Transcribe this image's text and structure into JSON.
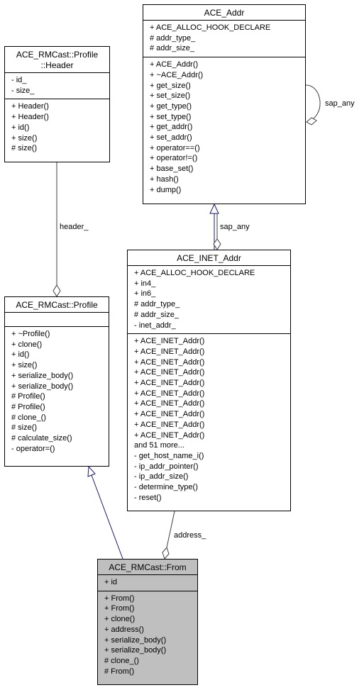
{
  "classes": {
    "ace_addr": {
      "title": [
        "ACE_Addr"
      ],
      "attributes": [
        "+ ACE_ALLOC_HOOK_DECLARE",
        "# addr_type_",
        "# addr_size_"
      ],
      "methods": [
        "+ ACE_Addr()",
        "+ ~ACE_Addr()",
        "+ get_size()",
        "+ set_size()",
        "+ get_type()",
        "+ set_type()",
        "+ get_addr()",
        "+ set_addr()",
        "+ operator==()",
        "+ operator!=()",
        "+ base_set()",
        "+ hash()",
        "+ dump()"
      ]
    },
    "header": {
      "title": [
        "ACE_RMCast::Profile",
        "::Header"
      ],
      "attributes": [
        "- id_",
        "- size_"
      ],
      "methods": [
        "+ Header()",
        "+ Header()",
        "+ id()",
        "+ size()",
        "# size()"
      ]
    },
    "inet_addr": {
      "title": [
        "ACE_INET_Addr"
      ],
      "attributes": [
        "+ ACE_ALLOC_HOOK_DECLARE",
        "+ in4_",
        "+ in6_",
        "# addr_type_",
        "# addr_size_",
        "- inet_addr_"
      ],
      "methods": [
        "+ ACE_INET_Addr()",
        "+ ACE_INET_Addr()",
        "+ ACE_INET_Addr()",
        "+ ACE_INET_Addr()",
        "+ ACE_INET_Addr()",
        "+ ACE_INET_Addr()",
        "+ ACE_INET_Addr()",
        "+ ACE_INET_Addr()",
        "+ ACE_INET_Addr()",
        "+ ACE_INET_Addr()",
        "and 51 more...",
        "- get_host_name_i()",
        "- ip_addr_pointer()",
        "- ip_addr_size()",
        "- determine_type()",
        "- reset()"
      ]
    },
    "profile": {
      "title": [
        "ACE_RMCast::Profile"
      ],
      "attributes": [],
      "methods": [
        "+ ~Profile()",
        "+ clone()",
        "+ id()",
        "+ size()",
        "+ serialize_body()",
        "+ serialize_body()",
        "# Profile()",
        "# Profile()",
        "# clone_()",
        "# size()",
        "# calculate_size()",
        "- operator=()"
      ]
    },
    "from": {
      "title": [
        "ACE_RMCast::From"
      ],
      "attributes": [
        "+ id"
      ],
      "methods": [
        "+ From()",
        "+ From()",
        "+ clone()",
        "+ address()",
        "+ serialize_body()",
        "+ serialize_body()",
        "# clone_()",
        "# From()"
      ]
    }
  },
  "edges": {
    "sap_any_self": "sap_any",
    "sap_any": "sap_any",
    "header": "header_",
    "address": "address_"
  },
  "colors": {
    "inheritance": "#191970",
    "composition": "#404040",
    "highlight": "#bfbfbf"
  }
}
